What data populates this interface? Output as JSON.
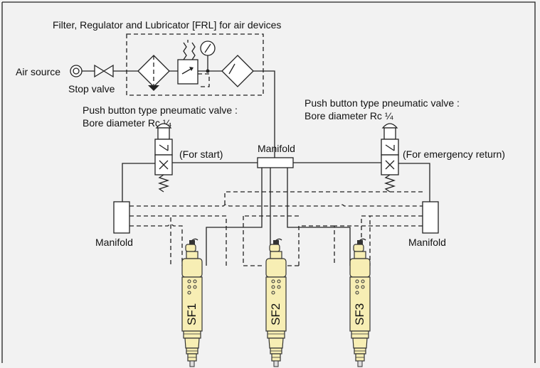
{
  "labels": {
    "frl_title": "Filter, Regulator and Lubricator [FRL] for air devices",
    "air_source": "Air source",
    "stop_valve": "Stop valve",
    "valve_left_line1": "Push button type pneumatic valve :",
    "valve_left_line2": "Bore diameter  Rc ¼",
    "valve_right_line1": "Push button type pneumatic valve :",
    "valve_right_line2": "Bore diameter  Rc ¼",
    "for_start": "(For start)",
    "for_emergency": "(For emergency return)",
    "manifold_center": "Manifold",
    "manifold_left": "Manifold",
    "manifold_right": "Manifold"
  },
  "tools": [
    {
      "label": "SF1"
    },
    {
      "label": "SF2"
    },
    {
      "label": "SF3"
    }
  ],
  "colors": {
    "background": "#f2f2f2",
    "tool_body": "#f7eeb4",
    "line": "#222222"
  }
}
